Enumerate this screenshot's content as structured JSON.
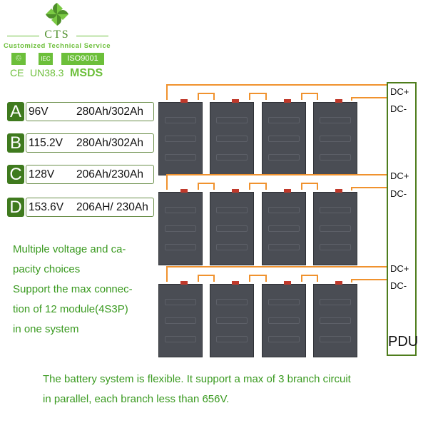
{
  "logo": {
    "brand": "CTS",
    "tagline": "Customized Technical Service",
    "certs": [
      "IEC",
      "ISO9001"
    ],
    "certs2": [
      "CE",
      "UN38.3",
      "MSDS"
    ]
  },
  "options": [
    {
      "letter": "A",
      "voltage": "96V",
      "capacity": "280Ah/302Ah"
    },
    {
      "letter": "B",
      "voltage": "115.2V",
      "capacity": "280Ah/302Ah"
    },
    {
      "letter": "C",
      "voltage": "128V",
      "capacity": "206Ah/230Ah"
    },
    {
      "letter": "D",
      "voltage": "153.6V",
      "capacity": "206AH/ 230Ah"
    }
  ],
  "description": [
    "Multiple voltage and ca-",
    "pacity choices",
    "Support the max connec-",
    "tion of 12 module(4S3P)",
    "in one system"
  ],
  "pdu": {
    "label": "PDU",
    "terminals": [
      "DC+",
      "DC-",
      "DC+",
      "DC-",
      "DC+",
      "DC-"
    ]
  },
  "footer": [
    "The battery system is flexible. It support a max of 3 branch circuit",
    "in parallel, each branch less than 656V."
  ],
  "colors": {
    "green": "#3f7a1e",
    "wire": "#f0922e",
    "module": "#4a4d54"
  }
}
